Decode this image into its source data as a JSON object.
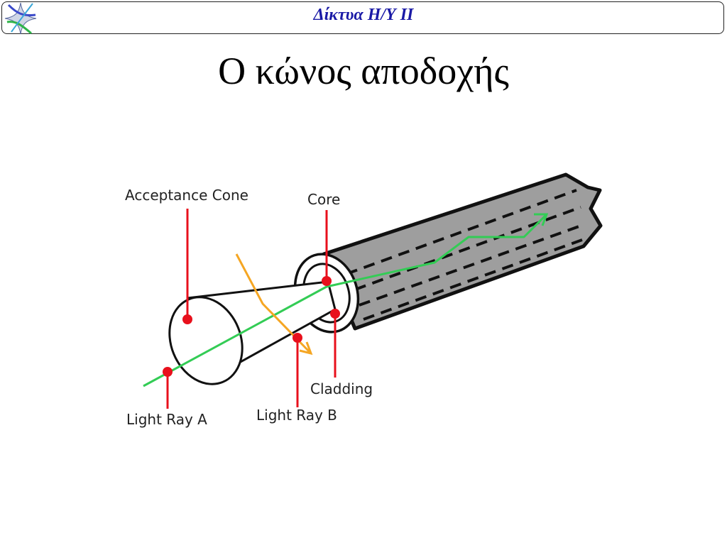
{
  "header": {
    "title": "Δίκτυα Η/Υ ΙΙ"
  },
  "slide": {
    "title": "Ο κώνος αποδοχής"
  },
  "diagram": {
    "labels": {
      "acceptance_cone": "Acceptance Cone",
      "core": "Core",
      "cladding": "Cladding",
      "light_ray_a": "Light Ray A",
      "light_ray_b": "Light Ray B"
    },
    "colors": {
      "ray_a": "#33cc55",
      "ray_b": "#f5a623",
      "marker": "#e8101c",
      "fiber": "#9e9e9e"
    }
  },
  "icons": [
    "star-logo-icon"
  ]
}
